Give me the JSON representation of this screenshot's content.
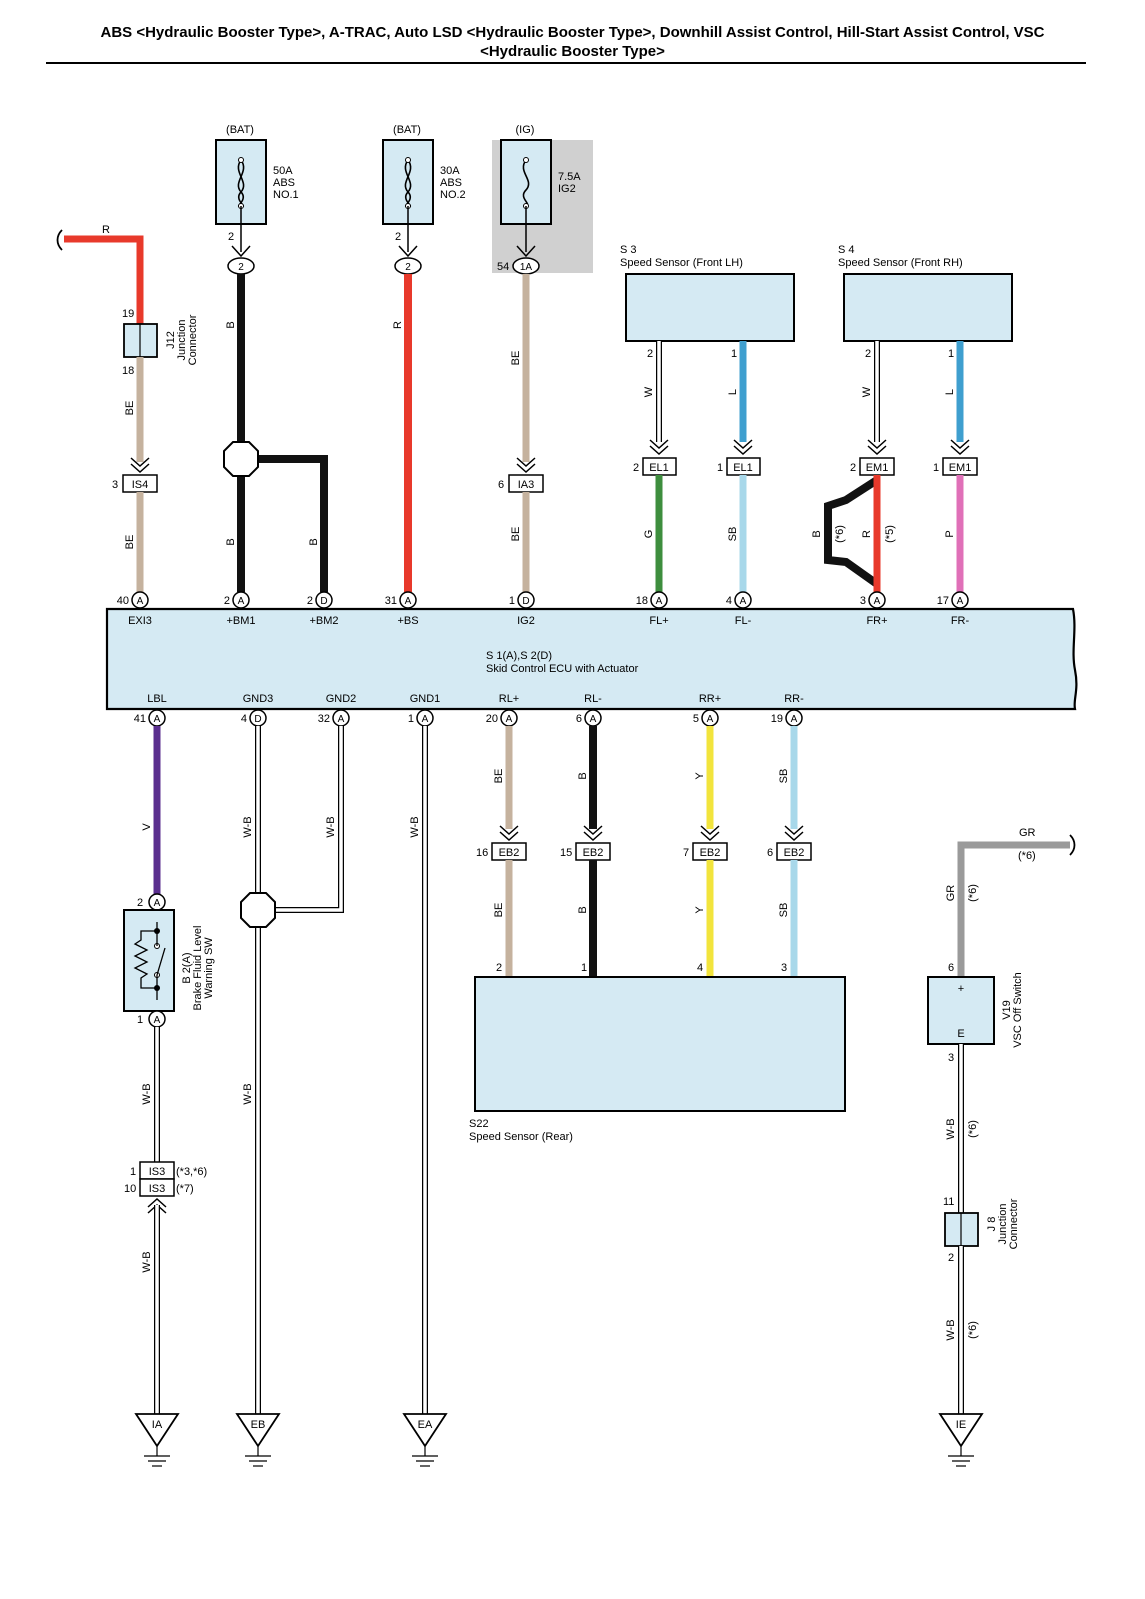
{
  "header": {
    "title_line1": "ABS <Hydraulic Booster Type>, A-TRAC, Auto LSD <Hydraulic Booster Type>, Downhill Assist Control, Hill-Start Assist Control, VSC",
    "title_line2": "<Hydraulic Booster Type>"
  },
  "colors": {
    "R": "#e8392b",
    "B": "#111111",
    "BE": "#c5b29e",
    "W": "#ffffff",
    "L": "#3f9fcf",
    "G": "#3e8e3e",
    "SB": "#a8d8ea",
    "P": "#e070b8",
    "V": "#5b2f8f",
    "Y": "#f2e43c",
    "GR": "#9a9a9a",
    "component_fill": "#d5eaf3",
    "ig_highlight": "#d0d0d0"
  },
  "fuses": [
    {
      "source": "(BAT)",
      "rating": "50A",
      "name_1": "ABS",
      "name_2": "NO.1",
      "pin": "2",
      "conn": "2"
    },
    {
      "source": "(BAT)",
      "rating": "30A",
      "name_1": "ABS",
      "name_2": "NO.2",
      "pin": "2",
      "conn": "2"
    },
    {
      "source": "(IG)",
      "rating": "7.5A",
      "name_1": "IG2",
      "name_2": "",
      "pin": "54",
      "conn": "1A"
    }
  ],
  "ecu": {
    "id": "S 1(A),S 2(D)",
    "name": "Skid Control ECU with Actuator",
    "top_pins": [
      {
        "num": "40",
        "conn": "A",
        "label": "EXI3"
      },
      {
        "num": "2",
        "conn": "A",
        "label": "+BM1"
      },
      {
        "num": "2",
        "conn": "D",
        "label": "+BM2"
      },
      {
        "num": "31",
        "conn": "A",
        "label": "+BS"
      },
      {
        "num": "1",
        "conn": "D",
        "label": "IG2"
      },
      {
        "num": "18",
        "conn": "A",
        "label": "FL+"
      },
      {
        "num": "4",
        "conn": "A",
        "label": "FL-"
      },
      {
        "num": "3",
        "conn": "A",
        "label": "FR+"
      },
      {
        "num": "17",
        "conn": "A",
        "label": "FR-"
      }
    ],
    "bottom_pins": [
      {
        "num": "41",
        "conn": "A",
        "label": "LBL"
      },
      {
        "num": "4",
        "conn": "D",
        "label": "GND3"
      },
      {
        "num": "32",
        "conn": "A",
        "label": "GND2"
      },
      {
        "num": "1",
        "conn": "A",
        "label": "GND1"
      },
      {
        "num": "20",
        "conn": "A",
        "label": "RL+"
      },
      {
        "num": "6",
        "conn": "A",
        "label": "RL-"
      },
      {
        "num": "5",
        "conn": "A",
        "label": "RR+"
      },
      {
        "num": "19",
        "conn": "A",
        "label": "RR-"
      }
    ]
  },
  "sensors": {
    "s3": {
      "id": "S 3",
      "name": "Speed Sensor (Front LH)",
      "pin_w": "2",
      "pin_l": "1"
    },
    "s4": {
      "id": "S 4",
      "name": "Speed Sensor (Front RH)",
      "pin_w": "2",
      "pin_l": "1"
    },
    "s22": {
      "id": "S22",
      "name": "Speed Sensor (Rear)",
      "pins": [
        "2",
        "1",
        "4",
        "3"
      ]
    }
  },
  "junctions": {
    "j12": {
      "id": "J12",
      "name_1": "Junction",
      "name_2": "Connector",
      "pin_top": "19",
      "pin_bottom": "18"
    },
    "j8": {
      "id": "J 8",
      "name_1": "Junction",
      "name_2": "Connector",
      "pin_top": "11",
      "pin_bottom": "2"
    }
  },
  "connectors": {
    "is4": {
      "pin": "3",
      "name": "IS4"
    },
    "ia3": {
      "pin": "6",
      "name": "IA3"
    },
    "el1_a": {
      "pin": "2",
      "name": "EL1"
    },
    "el1_b": {
      "pin": "1",
      "name": "EL1"
    },
    "em1_a": {
      "pin": "2",
      "name": "EM1"
    },
    "em1_b": {
      "pin": "1",
      "name": "EM1"
    },
    "eb2": [
      {
        "pin": "16",
        "name": "EB2"
      },
      {
        "pin": "15",
        "name": "EB2"
      },
      {
        "pin": "7",
        "name": "EB2"
      },
      {
        "pin": "6",
        "name": "EB2"
      }
    ],
    "is3_a": {
      "pin": "1",
      "name": "IS3",
      "note": "(*3,*6)"
    },
    "is3_b": {
      "pin": "10",
      "name": "IS3",
      "note": "(*7)"
    }
  },
  "brake_switch": {
    "id": "B 2(A)",
    "name_1": "Brake Fluid Level",
    "name_2": "Warning SW",
    "pin_top": "2",
    "pin_bottom": "1",
    "conn": "A"
  },
  "vsc_switch": {
    "id": "V19",
    "name": "VSC Off Switch",
    "pin_plus": "6",
    "pin_e": "3",
    "plus_label": "+",
    "e_label": "E"
  },
  "wires": {
    "red_in": "R",
    "j12_lower": "BE",
    "is4_lower": "BE",
    "bm1_upper": "B",
    "bm1_lower": "B",
    "bm2": "B",
    "bs": "R",
    "ig_upper": "BE",
    "ig_lower": "BE",
    "s3_w": "W",
    "s3_l": "L",
    "s4_w": "W",
    "s4_l": "L",
    "fl_plus": "G",
    "fl_minus": "SB",
    "fr_b": "B",
    "fr_b_note": "(*6)",
    "fr_r": "R",
    "fr_r_note": "(*5)",
    "fr_minus": "P",
    "lbl": "V",
    "gnd3": "W-B",
    "gnd2": "W-B",
    "gnd1": "W-B",
    "rl_plus": "BE",
    "rl_minus": "B",
    "rr_plus": "Y",
    "rr_minus": "SB",
    "eb2_rl_plus": "BE",
    "eb2_rl_minus": "B",
    "eb2_rr_plus": "Y",
    "eb2_rr_minus": "SB",
    "brake_out": "W-B",
    "is3_out": "W-B",
    "gr_in": "GR",
    "gr_note": "(*6)",
    "gr_vert": "GR",
    "gr_vert_note": "(*6)",
    "vsc_out": "W-B",
    "vsc_out_note": "(*6)",
    "j8_out": "W-B",
    "j8_out_note": "(*6)"
  },
  "grounds": [
    "IA",
    "EB",
    "EA",
    "IE"
  ]
}
